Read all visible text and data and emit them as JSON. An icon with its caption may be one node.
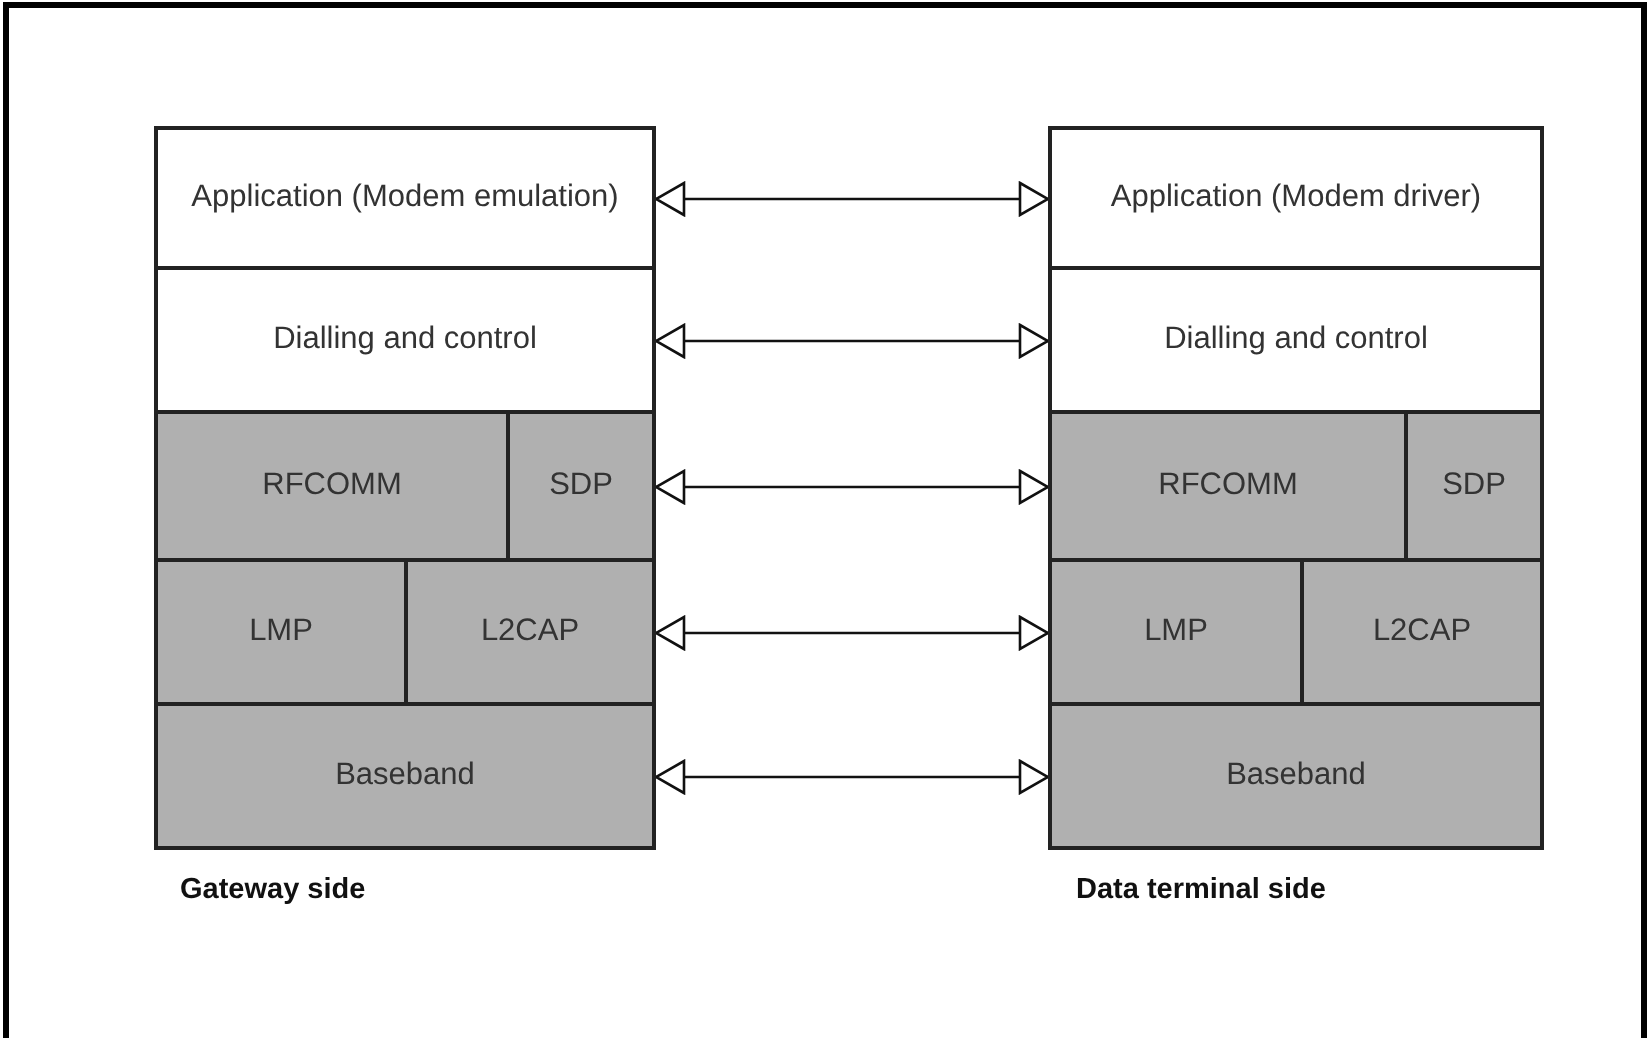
{
  "diagram": {
    "nodes": [
      {
        "text": [
          "Application (Modem emulation)"
        ]
      },
      {
        "text": [
          "Dialling and control"
        ]
      },
      {
        "text": [
          "RFCOMM"
        ]
      },
      {
        "text": [
          "SDP"
        ]
      },
      {
        "text": [
          "LMP"
        ]
      },
      {
        "text": [
          "L2CAP"
        ]
      },
      {
        "text": [
          "Baseband"
        ]
      },
      {
        "text": [
          "Application (Modem driver)"
        ]
      },
      {
        "text": [
          "Dialling and control"
        ]
      },
      {
        "text": [
          "RFCOMM"
        ]
      },
      {
        "text": [
          "SDP"
        ]
      },
      {
        "text": [
          "LMP"
        ]
      },
      {
        "text": [
          "L2CAP"
        ]
      },
      {
        "text": [
          "Baseband"
        ]
      }
    ],
    "edges": [
      {
        "from": 0,
        "to": 7,
        "arrow": "both"
      },
      {
        "from": 1,
        "to": 8,
        "arrow": "both"
      },
      {
        "from": 3,
        "to": 9,
        "arrow": "both"
      },
      {
        "from": 5,
        "to": 11,
        "arrow": "both"
      },
      {
        "from": 6,
        "to": 13,
        "arrow": "both"
      }
    ],
    "labels": [
      "Gateway side",
      "Data terminal side"
    ]
  }
}
